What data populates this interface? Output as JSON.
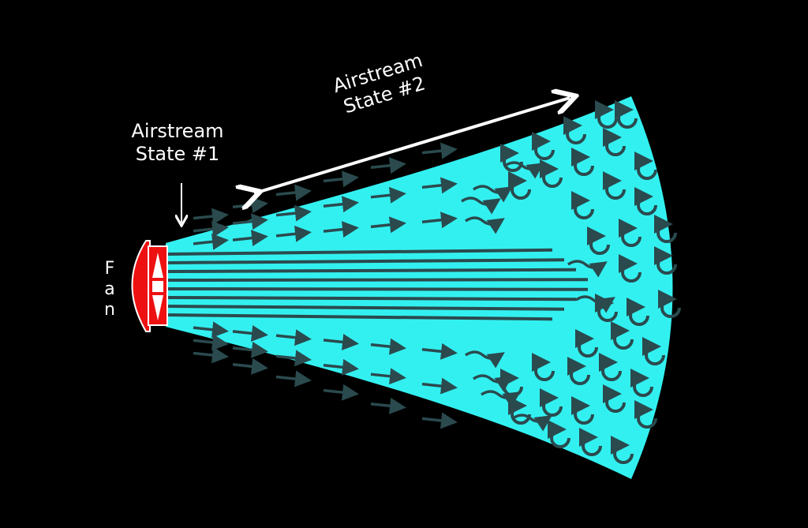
{
  "labels": {
    "state1_line1": "Airstream",
    "state1_line2": "State #1",
    "state2_line1": "Airstream",
    "state2_line2": "State #2",
    "fan_letters": [
      "F",
      "a",
      "n"
    ]
  },
  "colors": {
    "airstream": "#33f0f0",
    "fan": "#ee1111",
    "flow": "#2a4a4e",
    "text": "#ffffff"
  }
}
